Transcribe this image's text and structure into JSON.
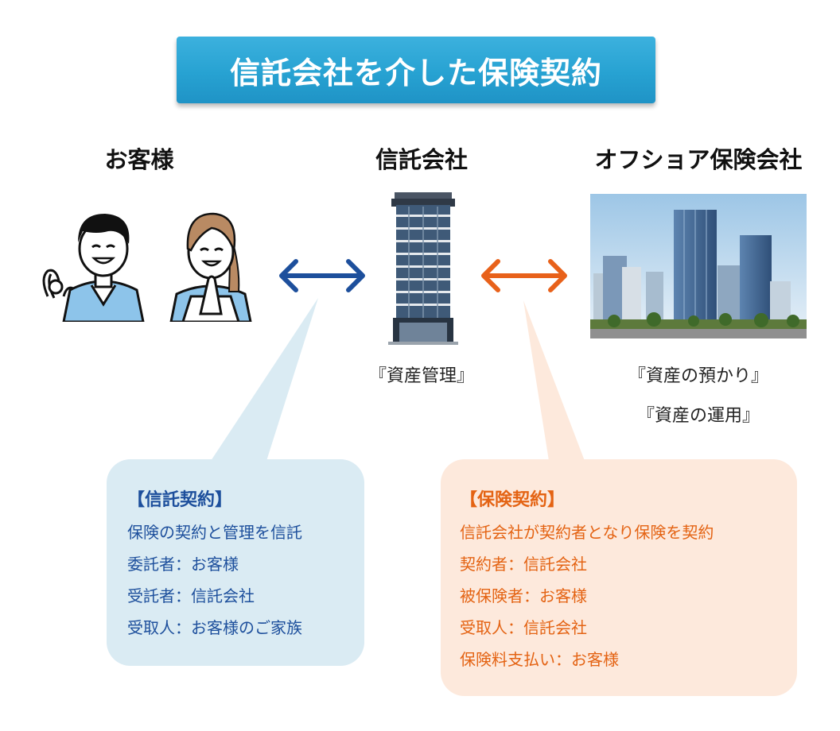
{
  "title": "信託会社を介した保険契約",
  "parties": {
    "customer": {
      "label": "お客様"
    },
    "trust": {
      "label": "信託会社",
      "role": "『資産管理』"
    },
    "insurer": {
      "label": "オフショア保険会社",
      "roles": [
        "『資産の預かり』",
        "『資産の運用』"
      ]
    }
  },
  "trust_contract": {
    "title": "【信託契約】",
    "lines": [
      "保険の契約と管理を信託",
      "委託者：お客様",
      "受託者：信託会社",
      "受取人：お客様のご家族"
    ]
  },
  "insurance_contract": {
    "title": "【保険契約】",
    "lines": [
      "信託会社が契約者となり保険を契約",
      "契約者：信託会社",
      "被保険者：お客様",
      "受取人：信託会社",
      "保険料支払い：お客様"
    ]
  },
  "colors": {
    "banner": "#27a2d2",
    "blue_arrow": "#1d4f9c",
    "orange_arrow": "#e8611a",
    "blue_callout": "#daebf3",
    "orange_callout": "#fde9dc",
    "blue_text": "#1d4f9c",
    "orange_text": "#e46313"
  },
  "icons": {
    "left_arrow": "double-arrow-icon",
    "right_arrow": "double-arrow-icon"
  }
}
